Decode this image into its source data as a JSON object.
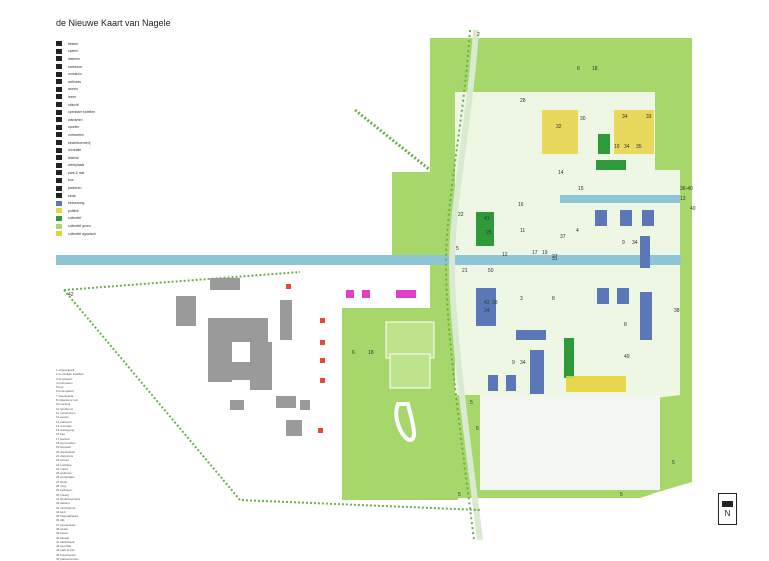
{
  "title": "de Nieuwe Kaart van Nagele",
  "legend": [
    {
      "label": "fietsen",
      "color": "#222222"
    },
    {
      "label": "spelen",
      "color": "#222222"
    },
    {
      "label": "imkeren",
      "color": "#222222"
    },
    {
      "label": "barbecue",
      "color": "#222222"
    },
    {
      "label": "moestuin",
      "color": "#222222"
    },
    {
      "label": "wellness",
      "color": "#222222"
    },
    {
      "label": "wonen",
      "color": "#222222"
    },
    {
      "label": "lezen",
      "color": "#222222"
    },
    {
      "label": "uitzicht",
      "color": "#222222"
    },
    {
      "label": "openbare toiletten",
      "color": "#222222"
    },
    {
      "label": "wandelen",
      "color": "#222222"
    },
    {
      "label": "sporten",
      "color": "#222222"
    },
    {
      "label": "ontmoeten",
      "color": "#222222"
    },
    {
      "label": "kinderboerderij",
      "color": "#222222"
    },
    {
      "label": "recreatie",
      "color": "#222222"
    },
    {
      "label": "festival",
      "color": "#222222"
    },
    {
      "label": "werkplaats",
      "color": "#222222"
    },
    {
      "label": "park & ride",
      "color": "#222222"
    },
    {
      "label": "bus",
      "color": "#222222"
    },
    {
      "label": "parkeren",
      "color": "#222222"
    },
    {
      "label": "kiosk",
      "color": "#222222"
    },
    {
      "label": "bebouwing",
      "color": "#5a78b8"
    },
    {
      "label": "publiek",
      "color": "#e7d43a"
    },
    {
      "label": "collectief",
      "color": "#2f9a3a"
    },
    {
      "label": "collectief groen",
      "color": "#a8d86a"
    },
    {
      "label": "collectief agrarisch",
      "color": "#e6d13a"
    }
  ],
  "index": [
    "1 erfgoedpark",
    "2 ruimtelijke kwaliteit",
    "3 dorpsplein",
    "4 ontmoeten",
    "5 bos",
    "6 boomgaard",
    "7 speelweide",
    "8 collectieve tuin",
    "9 boerderij",
    "10 landbouw",
    "11 moestuinen",
    "12 wonen",
    "13 parkeren",
    "14 recreatie",
    "15 watergang",
    "16 kas",
    "17 festival",
    "18 sportvelden",
    "19 fietspad",
    "20 wandelpad",
    "21 dorpshuis",
    "22 school",
    "23 bushalte",
    "24 markt",
    "25 wellness",
    "26 werkplaats",
    "27 kiosk",
    "28 zorg",
    "29 bedrijven",
    "30 imkerij",
    "31 kinderboerderij",
    "32 ateliers",
    "33 uitzichtpunt",
    "34 kerk",
    "35 begraafplaats",
    "36 dijk",
    "37 speelplaats",
    "38 weide",
    "39 haven",
    "40 kanaal",
    "41 bibliotheek",
    "42 sporthal",
    "43 park & ride",
    "44 bouwkavels",
    "45 parkeerterrein"
  ],
  "labels": [
    "2",
    "6",
    "18",
    "28",
    "30",
    "32",
    "34",
    "33",
    "10",
    "34",
    "35",
    "14",
    "15",
    "16",
    "40",
    "22",
    "9",
    "34",
    "12",
    "38",
    "24",
    "21",
    "50",
    "42",
    "5",
    "6",
    "18",
    "36-40",
    "41",
    "25",
    "43",
    "28",
    "17",
    "19",
    "31",
    "11",
    "37",
    "4",
    "3",
    "8",
    "8",
    "9",
    "34",
    "49",
    "27",
    "13",
    "5",
    "5",
    "5",
    "5",
    "5"
  ],
  "north": "N"
}
